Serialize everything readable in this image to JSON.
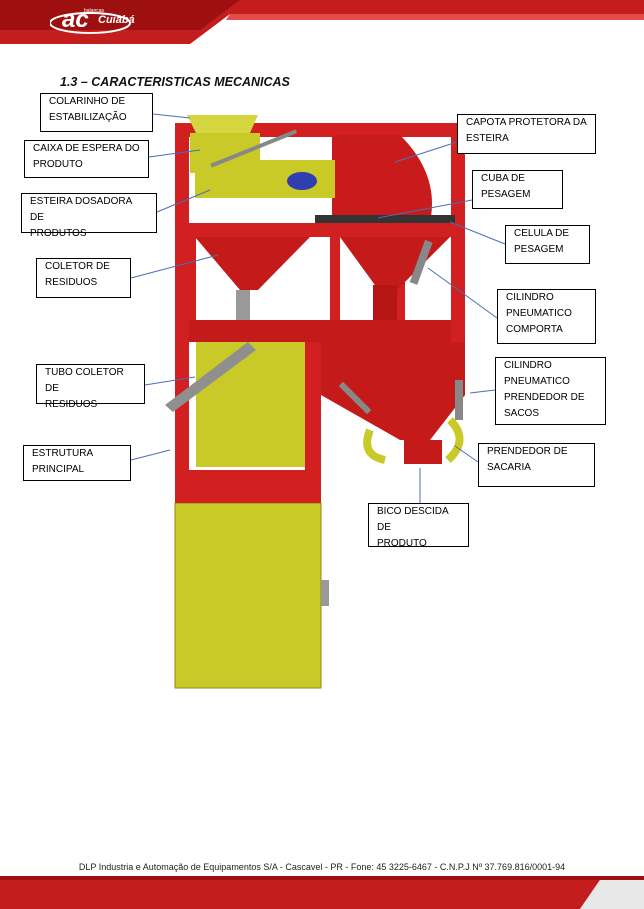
{
  "header": {
    "logo_letters": "ac",
    "logo_sub": "balanças",
    "logo_brand": "Cuiabá"
  },
  "section_title": "1.3 – CARACTERISTICAS MECANICAS",
  "labels": {
    "colarinho": [
      "COLARINHO DE",
      "ESTABILIZAÇÃO"
    ],
    "caixa": [
      "CAIXA DE ESPERA DO",
      "PRODUTO"
    ],
    "esteira": [
      "ESTEIRA DOSADORA DE",
      "PRODUTOS"
    ],
    "coletor": [
      "COLETOR DE",
      "RESIDUOS"
    ],
    "tubo": [
      "TUBO COLETOR DE",
      "RESIDUOS"
    ],
    "estrutura": [
      "ESTRUTURA",
      "PRINCIPAL"
    ],
    "capota": [
      "CAPOTA PROTETORA DA",
      "ESTEIRA"
    ],
    "cuba": [
      "CUBA DE",
      "PESAGEM"
    ],
    "celula": [
      "CELULA DE",
      "PESAGEM"
    ],
    "cil_comporta": [
      "CILINDRO",
      "PNEUMATICO",
      "COMPORTA"
    ],
    "cil_sacos": [
      "CILINDRO",
      "PNEUMATICO",
      "PRENDEDOR DE",
      "SACOS"
    ],
    "prendedor": [
      "PRENDEDOR DE",
      "SACARIA"
    ],
    "bico": [
      "BICO DESCIDA DE",
      "PRODUTO"
    ]
  },
  "footer_text": "DLP Industria e Automação de Equipamentos S/A - Cascavel - PR - Fone: 45 3225-6467 - C.N.P.J Nº 37.769.816/0001-94",
  "colors": {
    "frame_red": "#d21f1f",
    "yellow": "#cccc22",
    "header_red": "#d02b2b",
    "dark_red": "#b80f0f"
  }
}
